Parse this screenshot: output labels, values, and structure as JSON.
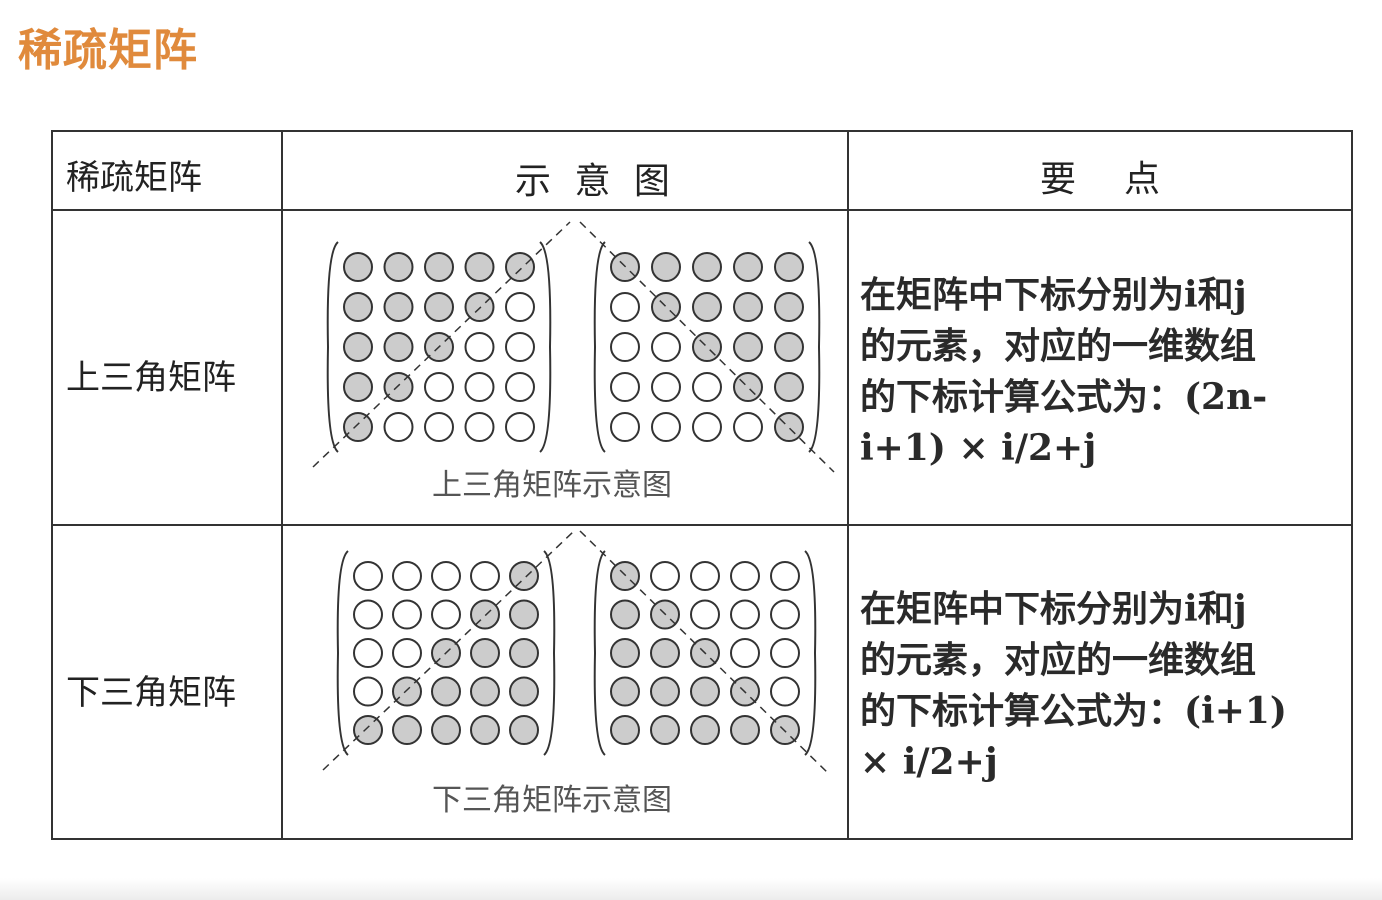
{
  "title": "稀疏矩阵",
  "table": {
    "headers": [
      "稀疏矩阵",
      "示 意 图",
      "要　点"
    ],
    "rows": [
      {
        "name": "上三角矩阵",
        "caption": "上三角矩阵示意图",
        "matrices": [
          [
            [
              1,
              1,
              1,
              1,
              1
            ],
            [
              1,
              1,
              1,
              1,
              0
            ],
            [
              1,
              1,
              1,
              0,
              0
            ],
            [
              1,
              1,
              0,
              0,
              0
            ],
            [
              1,
              0,
              0,
              0,
              0
            ]
          ],
          [
            [
              1,
              1,
              1,
              1,
              1
            ],
            [
              0,
              1,
              1,
              1,
              1
            ],
            [
              0,
              0,
              1,
              1,
              1
            ],
            [
              0,
              0,
              0,
              1,
              1
            ],
            [
              0,
              0,
              0,
              0,
              1
            ]
          ]
        ],
        "note_lines": [
          "在矩阵中下标分别为i和j",
          "的元素，对应的一维数组",
          "的下标计算公式为：(2n-",
          "i+1) × i/2+j"
        ]
      },
      {
        "name": "下三角矩阵",
        "caption": "下三角矩阵示意图",
        "matrices": [
          [
            [
              0,
              0,
              0,
              0,
              1
            ],
            [
              0,
              0,
              0,
              1,
              1
            ],
            [
              0,
              0,
              1,
              1,
              1
            ],
            [
              0,
              1,
              1,
              1,
              1
            ],
            [
              1,
              1,
              1,
              1,
              1
            ]
          ],
          [
            [
              1,
              0,
              0,
              0,
              0
            ],
            [
              1,
              1,
              0,
              0,
              0
            ],
            [
              1,
              1,
              1,
              0,
              0
            ],
            [
              1,
              1,
              1,
              1,
              0
            ],
            [
              1,
              1,
              1,
              1,
              1
            ]
          ]
        ],
        "note_lines": [
          "在矩阵中下标分别为i和j",
          "的元素，对应的一维数组",
          "的下标计算公式为：(i+1)",
          "× i/2+j"
        ]
      }
    ]
  },
  "colors": {
    "title": "#e08a3c",
    "filled": "#cccccc",
    "stroke": "#333333"
  }
}
